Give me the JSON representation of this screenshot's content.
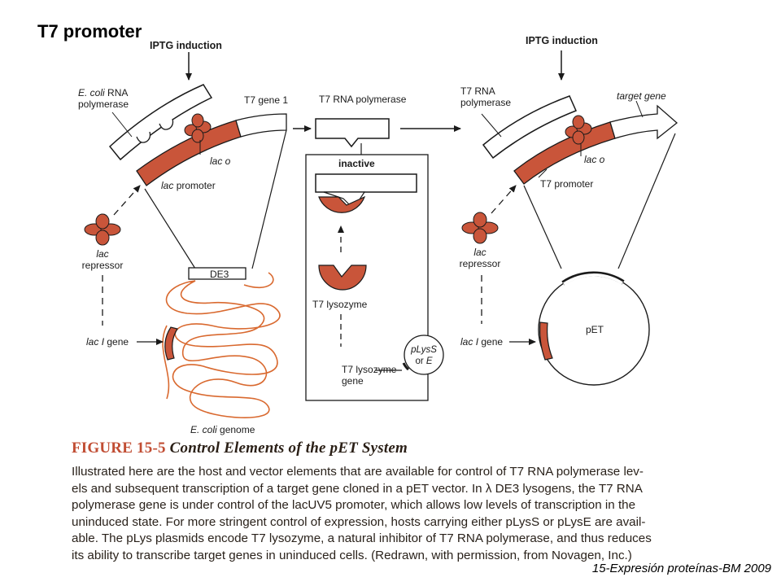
{
  "title": "T7 promoter",
  "labels": {
    "iptg_left": "IPTG induction",
    "iptg_right": "IPTG induction",
    "ecoli_rnap": "E. coli RNA\npolymerase",
    "t7_gene1": "T7 gene 1",
    "lac_o_left": "lac o",
    "lac_promoter": "lac promoter",
    "lac_repressor_left": "lac\nrepressor",
    "de3": "DE3",
    "lac_i_left": "lac I gene",
    "ecoli_genome": "E. coli genome",
    "t7_rnap": "T7 RNA polymerase",
    "inactive": "inactive",
    "t7_lysozyme": "T7 lysozyme",
    "t7_lysozyme_gene": "T7 lysozyme\ngene",
    "plys": "pLysS\nor E",
    "t7_rnap_right": "T7 RNA\npolymerase",
    "target_gene": "target gene",
    "lac_o_right": "lac o",
    "t7_promoter_right": "T7 promoter",
    "lac_repressor_right": "lac\nrepressor",
    "lac_i_right": "lac I gene",
    "pet": "pET"
  },
  "colors": {
    "accent": "#c9553a",
    "accent_dark": "#8a2c1a",
    "ink": "#1a1a1a",
    "caption_red": "#c14d33"
  },
  "caption": {
    "figure_number": "FIGURE 15-5",
    "figure_title": "Control Elements of the pET System",
    "lines": [
      "Illustrated here are the host and vector elements that are available for control of T7 RNA polymerase lev-",
      "els and subsequent transcription of a target gene cloned in a pET vector. In λ DE3 lysogens, the T7 RNA",
      "polymerase gene is under control of the lacUV5 promoter, which allows low levels of transcription in the",
      "uninduced state. For more stringent control of expression, hosts carrying either pLysS or pLysE are avail-",
      "able. The pLys plasmids encode T7 lysozyme, a natural inhibitor of T7 RNA polymerase, and thus reduces",
      "its ability to transcribe target genes in uninduced cells. (Redrawn, with permission, from Novagen, Inc.)"
    ]
  },
  "footer": "15-Expresión proteínas-BM 2009"
}
